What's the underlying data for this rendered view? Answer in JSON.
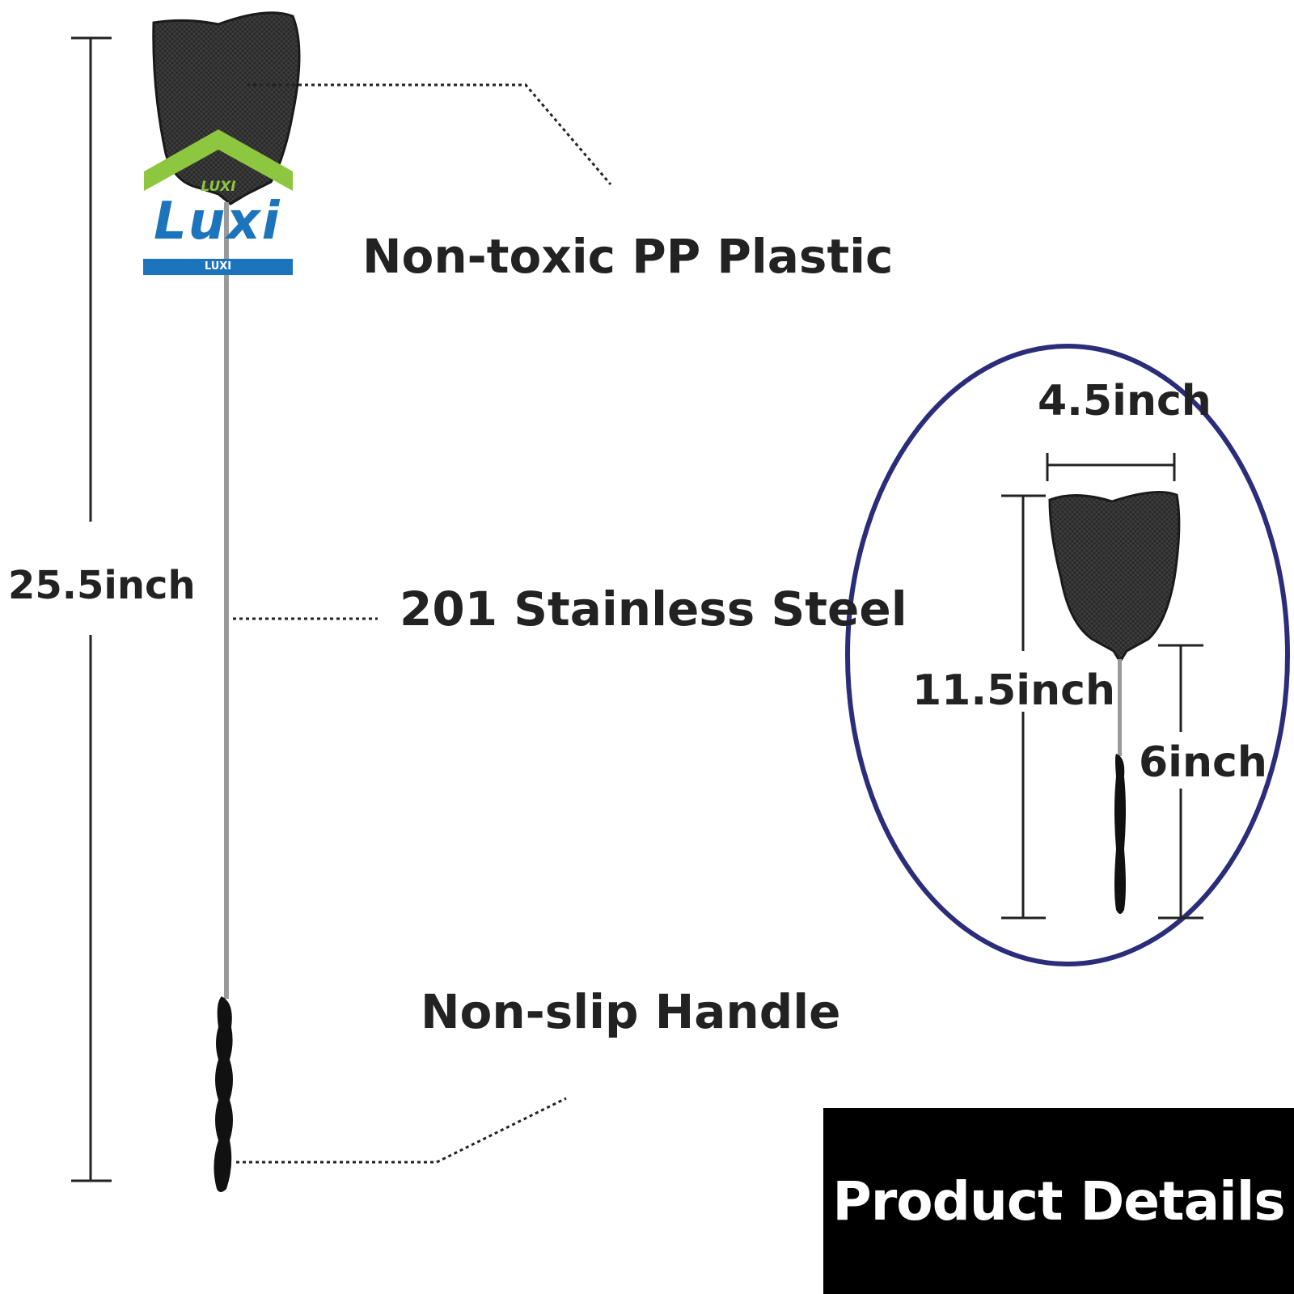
{
  "logo": {
    "top_text": "LUXI",
    "main_text": "Luxi",
    "bottom_text": "LUXI",
    "colors": {
      "roof": "#8dc63f",
      "wordmark": "#1c75bc",
      "bar": "#1c75bc"
    }
  },
  "labels": {
    "total_length": "25.5inch",
    "head_material": "Non-toxic PP Plastic",
    "shaft_material": "201 Stainless Steel",
    "handle": "Non-slip Handle",
    "head_width": "4.5inch",
    "head_length": "11.5inch",
    "handle_length": "6inch"
  },
  "banner": {
    "text": "Product Details"
  },
  "colors": {
    "circle": "#2b2d7a",
    "swatter": "#1a1a1a",
    "dimension_line": "#222222"
  }
}
